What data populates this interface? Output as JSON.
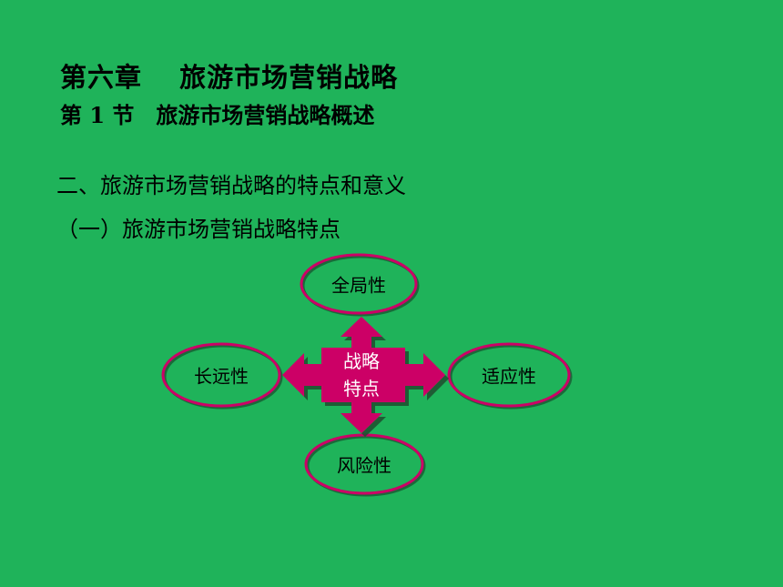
{
  "header": {
    "chapter": "第六章　 旅游市场营销战略",
    "section": "第 1 节　旅游市场营销战略概述"
  },
  "content": {
    "heading2": "二、旅游市场营销战略的特点和意义",
    "heading3": "（一）旅游市场营销战略特点"
  },
  "diagram": {
    "center_line1": "战略",
    "center_line2": "特点",
    "top": "全局性",
    "left": "长远性",
    "right": "适应性",
    "bottom": "风险性",
    "colors": {
      "background": "#1fb35a",
      "center_fill": "#cc0066",
      "oval_stroke": "#cc0066"
    }
  }
}
